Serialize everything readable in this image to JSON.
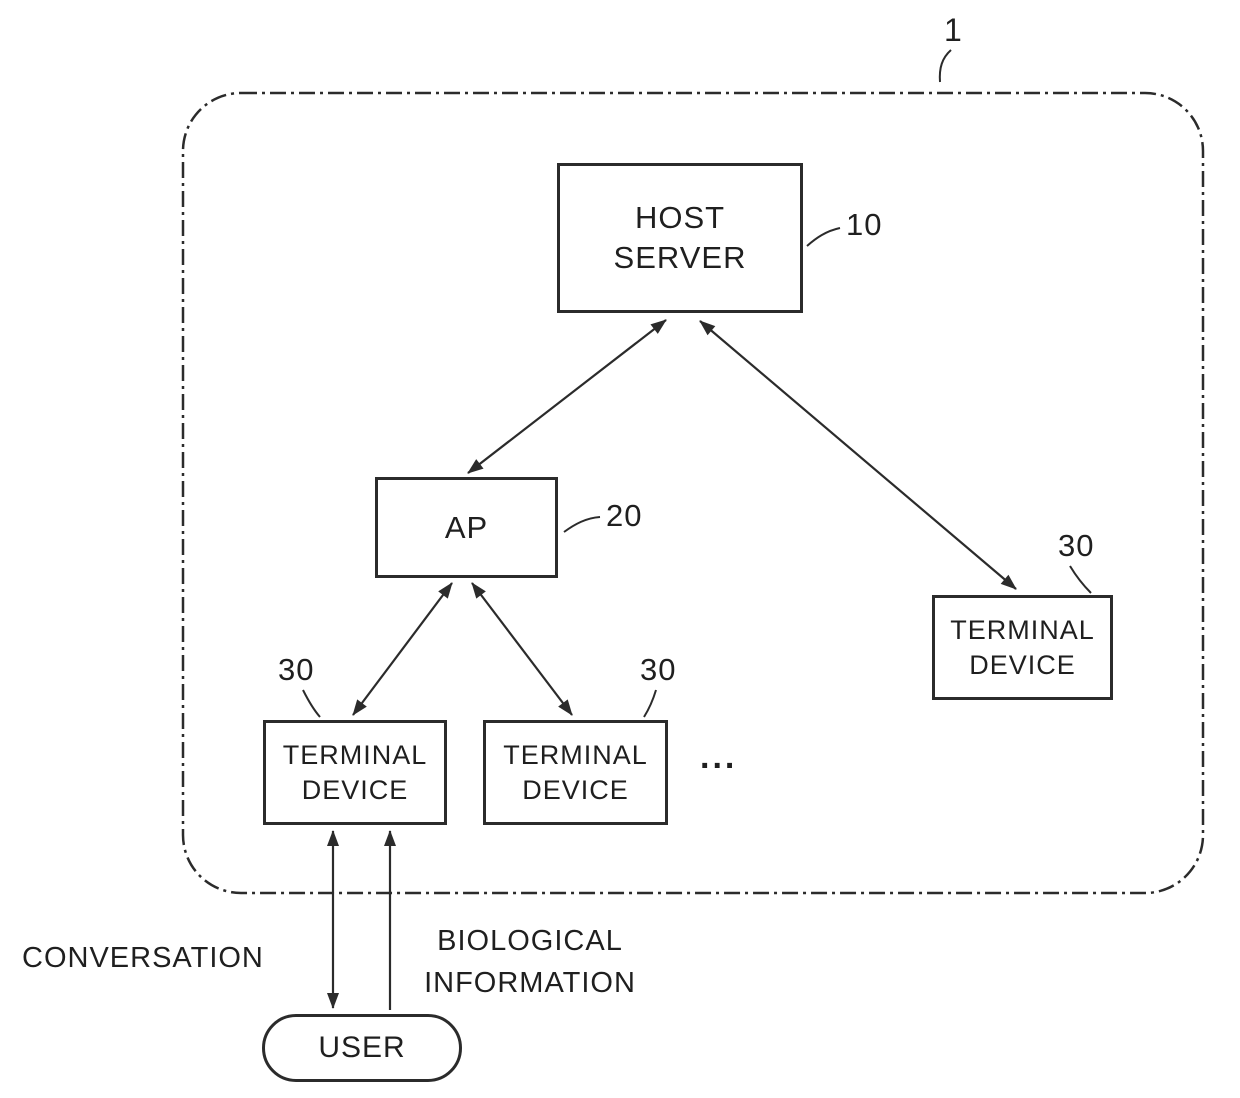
{
  "style": {
    "ink_color": "#2b2b2b",
    "background": "#ffffff"
  },
  "labels": {
    "system_ref": "1",
    "ellipsis": "...",
    "conversation": "CONVERSATION",
    "biological_line1": "BIOLOGICAL",
    "biological_line2": "INFORMATION"
  },
  "nodes": {
    "host_server": {
      "line1": "HOST",
      "line2": "SERVER",
      "ref": "10"
    },
    "ap": {
      "label": "AP",
      "ref": "20"
    },
    "terminal_right": {
      "line1": "TERMINAL",
      "line2": "DEVICE",
      "ref": "30"
    },
    "terminal_left": {
      "line1": "TERMINAL",
      "line2": "DEVICE",
      "ref": "30"
    },
    "terminal_middle": {
      "line1": "TERMINAL",
      "line2": "DEVICE",
      "ref": "30"
    },
    "user": {
      "label": "USER"
    }
  }
}
